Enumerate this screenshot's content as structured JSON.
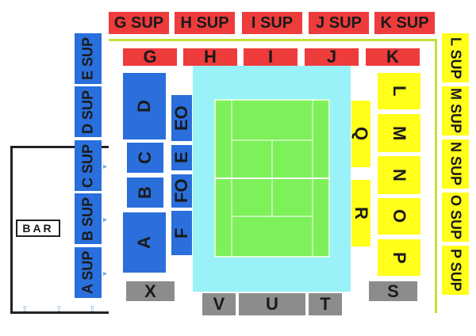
{
  "map": {
    "top_sup": [
      "G SUP",
      "H SUP",
      "I SUP",
      "J SUP",
      "K SUP"
    ],
    "top_inner": [
      "G",
      "H",
      "I",
      "J",
      "K"
    ],
    "right_sup": [
      "L SUP",
      "M SUP",
      "N SUP",
      "O SUP",
      "P SUP"
    ],
    "left_sup": [
      "E SUP",
      "D SUP",
      "C SUP",
      "B SUP",
      "A SUP"
    ],
    "left_blocks": {
      "D": "D",
      "C": "C",
      "B": "B",
      "A": "A"
    },
    "mid_blocks": {
      "EO": "EO",
      "E": "E",
      "FO": "FO",
      "F": "F"
    },
    "right_blocks": {
      "L": "L",
      "M": "M",
      "N": "N",
      "O": "O",
      "P": "P",
      "Q": "Q",
      "R": "R"
    },
    "bottom_blocks": {
      "X": "X",
      "V": "V",
      "U": "U",
      "T": "T",
      "S": "S"
    },
    "bar_label": "BAR"
  },
  "colors": {
    "blue": "#2a6fdb",
    "red": "#ee3b3b",
    "yellow": "#ffff1a",
    "gray": "#8c8c8c",
    "court": "#99f2f7",
    "grass": "#7ef05a"
  }
}
